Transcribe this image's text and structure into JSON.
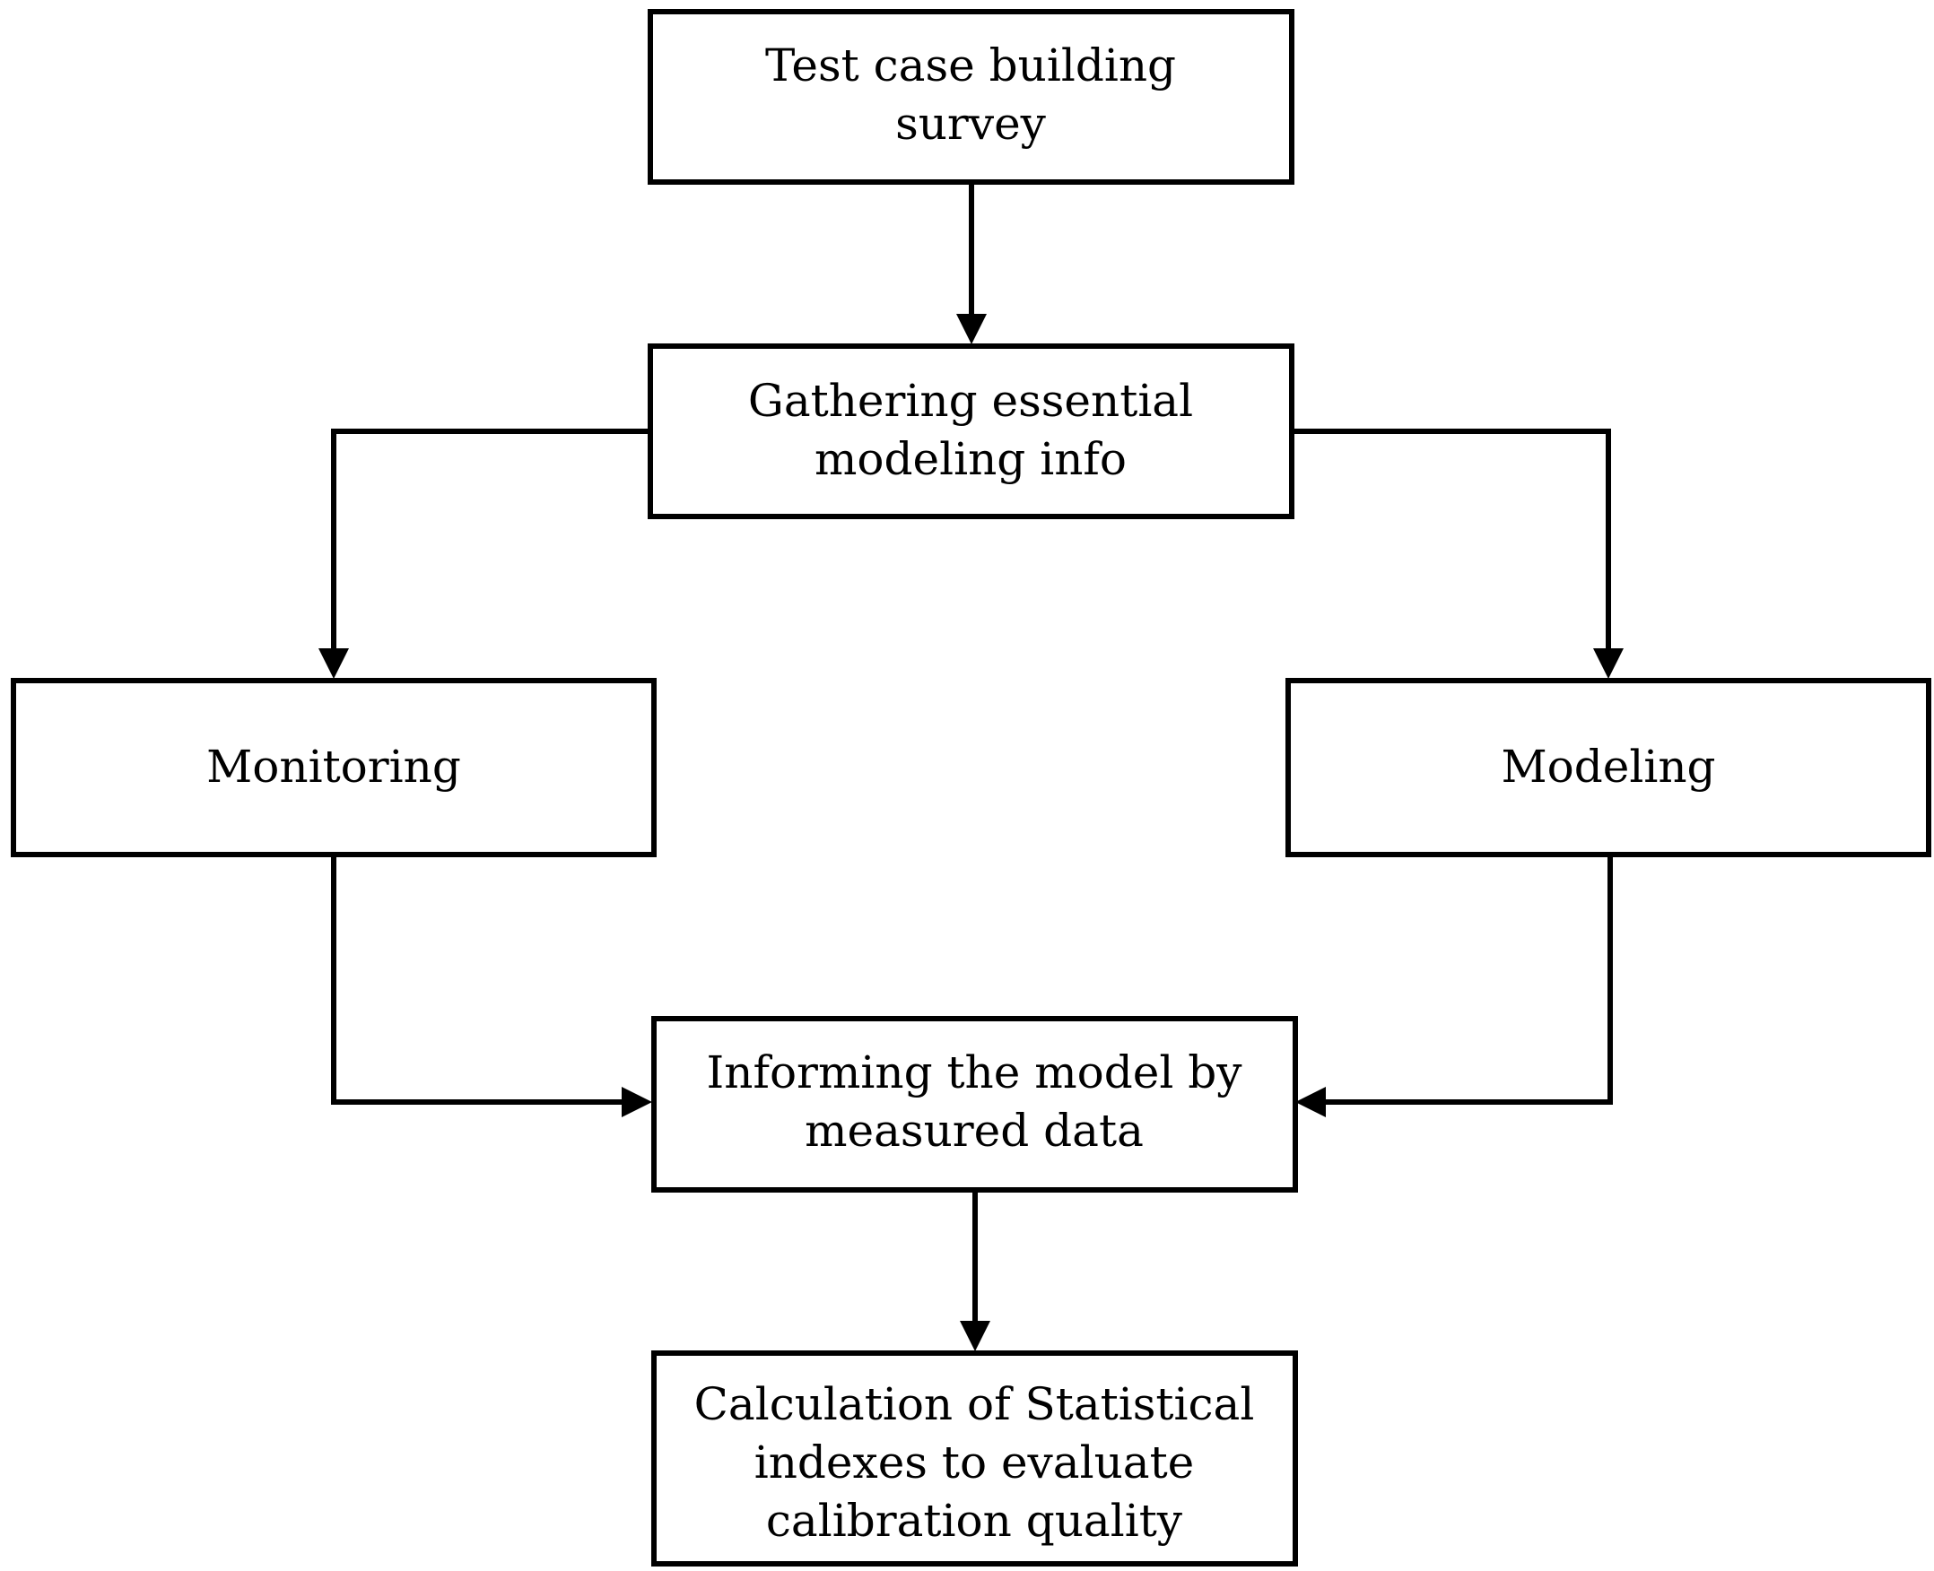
{
  "nodes": {
    "survey": {
      "lines": [
        "Test case building",
        "survey"
      ]
    },
    "gathering": {
      "lines": [
        "Gathering essential",
        "modeling info"
      ]
    },
    "monitoring": {
      "lines": [
        "Monitoring"
      ]
    },
    "modeling": {
      "lines": [
        "Modeling"
      ]
    },
    "informing": {
      "lines": [
        "Informing the model by",
        "measured data"
      ]
    },
    "calculation": {
      "lines": [
        "Calculation of Statistical",
        "indexes to evaluate",
        "calibration quality"
      ]
    }
  },
  "edges": [
    {
      "from": "survey",
      "to": "gathering"
    },
    {
      "from": "gathering",
      "to": "monitoring"
    },
    {
      "from": "gathering",
      "to": "modeling"
    },
    {
      "from": "monitoring",
      "to": "informing"
    },
    {
      "from": "modeling",
      "to": "informing"
    },
    {
      "from": "informing",
      "to": "calculation"
    }
  ],
  "colors": {
    "stroke": "#000000",
    "background": "#ffffff"
  }
}
